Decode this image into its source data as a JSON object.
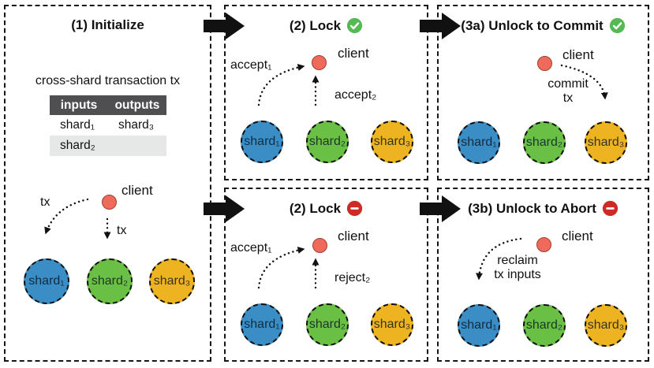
{
  "colors": {
    "ink": "#111111",
    "shard-blue": "#3a8dc5",
    "shard-green": "#6abf45",
    "shard-yellow": "#eeb320",
    "client-red": "#ee6a5a",
    "client-red-border": "#a04031",
    "check-green": "#55b954",
    "deny-red": "#ce2b26",
    "table-header-bg": "#4f4f51",
    "table-alt-row-bg": "#e5e8e7"
  },
  "panels": {
    "initialize": {
      "title": "(1) Initialize",
      "caption": "cross-shard transaction tx",
      "table": {
        "headers": [
          "inputs",
          "outputs"
        ],
        "rows": [
          [
            "shard₁",
            "shard₃"
          ],
          [
            "shard₂",
            ""
          ]
        ]
      },
      "client_label": "client",
      "messages": [
        "tx",
        "tx"
      ],
      "shards": [
        "shard₁",
        "shard₂",
        "shard₃"
      ]
    },
    "lock_success": {
      "title": "(2) Lock",
      "status_icon": "check-circle",
      "client_label": "client",
      "messages": [
        "accept₁",
        "accept₂"
      ],
      "shards": [
        "shard₁",
        "shard₂",
        "shard₃"
      ]
    },
    "commit": {
      "title": "(3a) Unlock to Commit",
      "status_icon": "check-circle",
      "client_label": "client",
      "messages": [
        "commit",
        "tx"
      ],
      "shards": [
        "shard₁",
        "shard₂",
        "shard₃"
      ]
    },
    "lock_fail": {
      "title": "(2) Lock",
      "status_icon": "no-entry",
      "client_label": "client",
      "messages": [
        "accept₁",
        "reject₂"
      ],
      "shards": [
        "shard₁",
        "shard₂",
        "shard₃"
      ]
    },
    "abort": {
      "title": "(3b) Unlock to Abort",
      "status_icon": "no-entry",
      "client_label": "client",
      "messages": [
        "reclaim",
        "tx inputs"
      ],
      "shards": [
        "shard₁",
        "shard₂",
        "shard₃"
      ]
    }
  }
}
